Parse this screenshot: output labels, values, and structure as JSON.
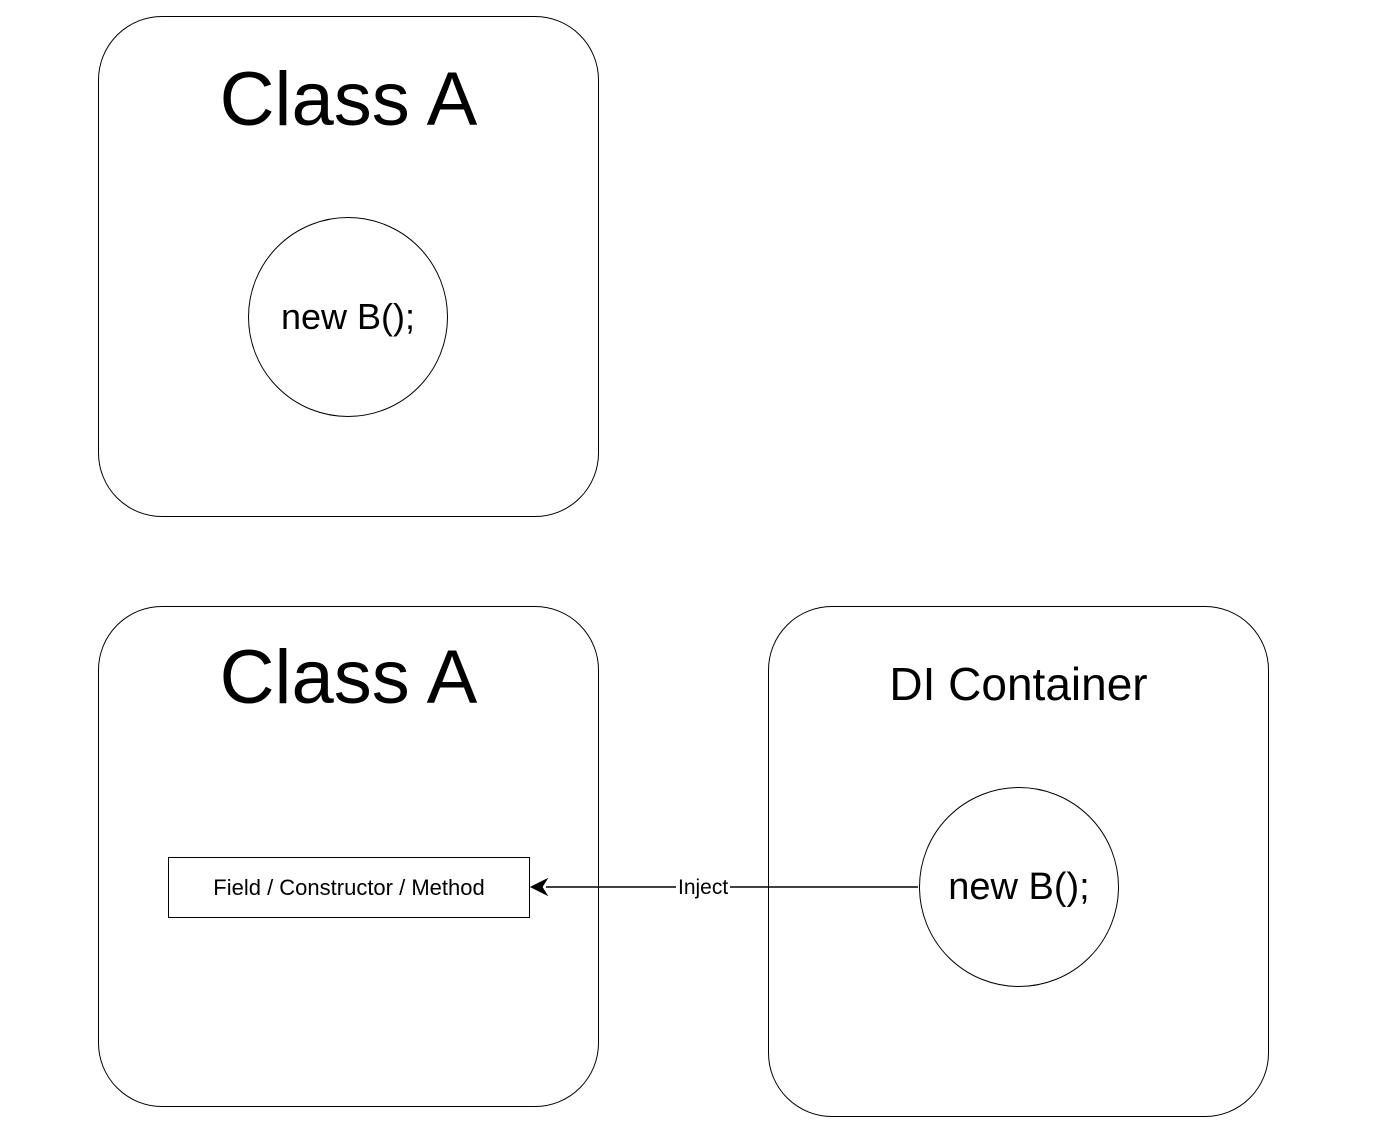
{
  "top_diagram": {
    "class_title": "Class A",
    "circle_text": "new B();"
  },
  "bottom_diagram": {
    "class_title": "Class A",
    "injection_point_text": "Field / Constructor / Method",
    "container_title": "DI Container",
    "circle_text": "new B();",
    "arrow_label": "Inject"
  },
  "colors": {
    "stroke": "#000000",
    "background": "#ffffff"
  }
}
